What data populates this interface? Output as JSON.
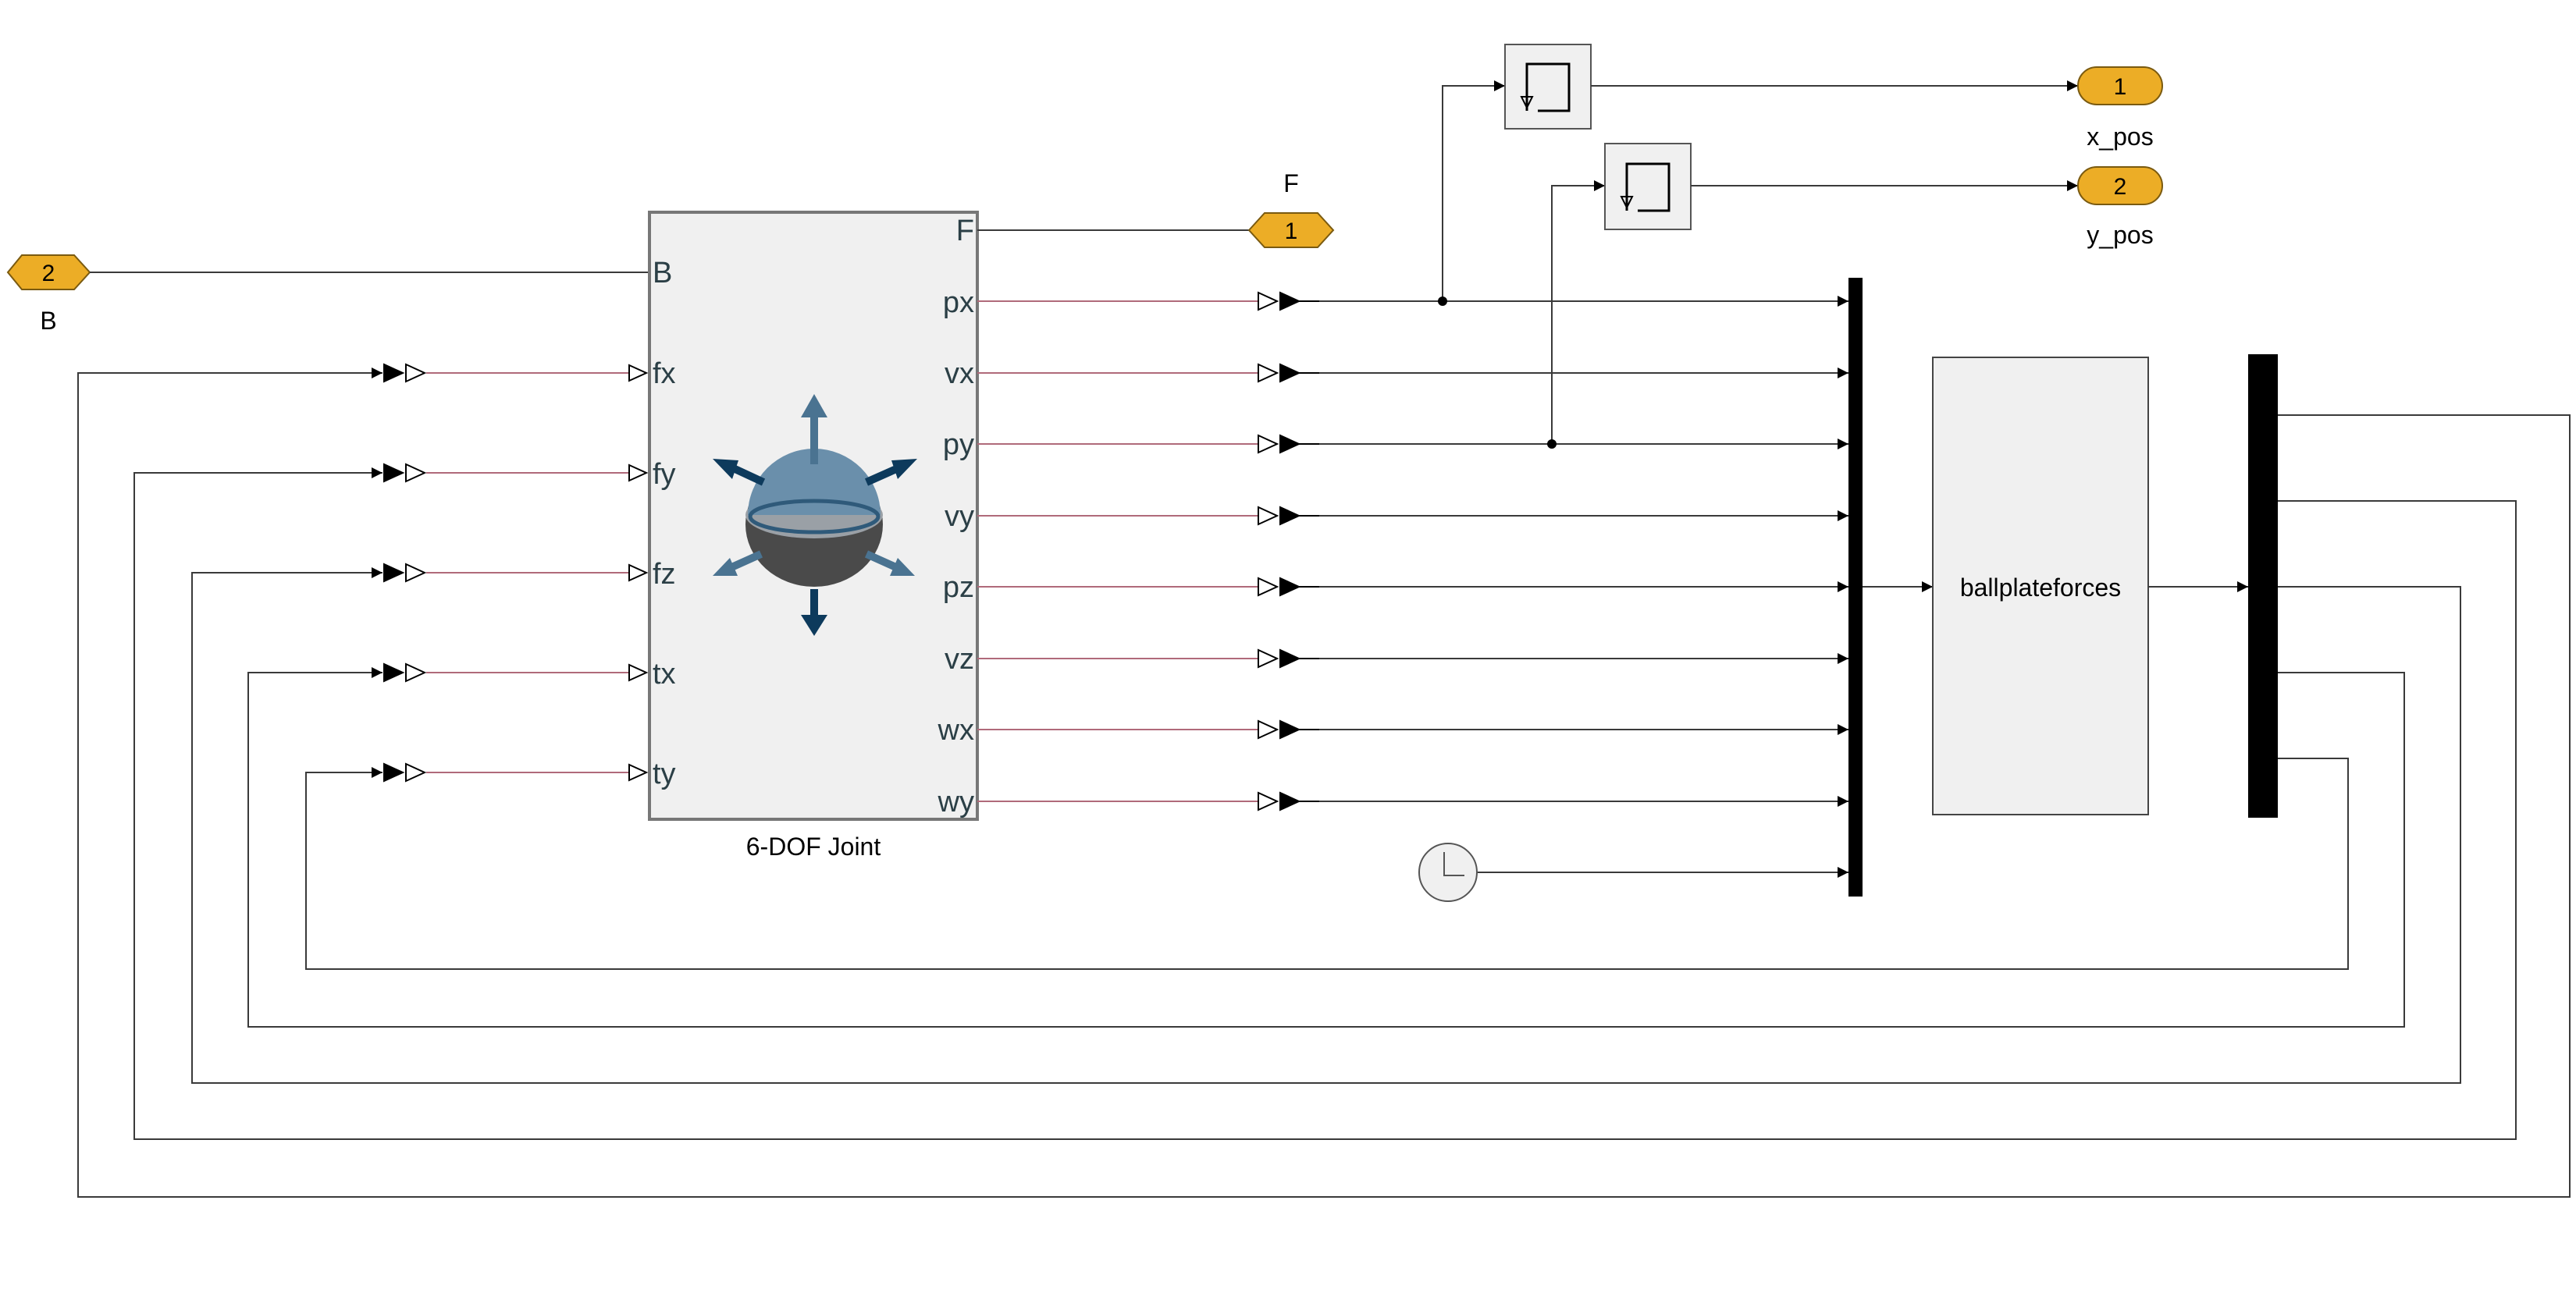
{
  "joint": {
    "title": "6-DOF Joint",
    "left_ports": [
      "B",
      "fx",
      "fy",
      "fz",
      "tx",
      "ty"
    ],
    "right_ports": [
      "F",
      "px",
      "vx",
      "py",
      "vy",
      "pz",
      "vz",
      "wx",
      "wy"
    ]
  },
  "subsystem": {
    "label": "ballplateforces"
  },
  "inports": [
    {
      "number": "2",
      "label": "B"
    }
  ],
  "outports": [
    {
      "number": "1",
      "label": "F"
    },
    {
      "number": "1",
      "label": "x_pos"
    },
    {
      "number": "2",
      "label": "y_pos"
    }
  ],
  "colors": {
    "port_fill": "#ecad26",
    "block_fill": "#f0f0f0",
    "icon_blue": "#4a7391",
    "icon_dark": "#0d3a5c",
    "physical_wire": "#b06a7a"
  },
  "icons": {
    "memory_blocks": "memory-icon",
    "clock": "clock-icon",
    "joint": "6dof-joint-icon"
  }
}
